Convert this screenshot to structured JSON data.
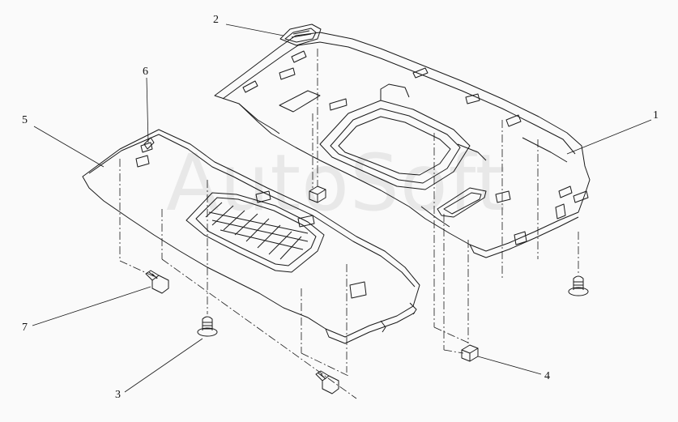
{
  "diagram": {
    "callouts": [
      {
        "id": "1",
        "label": "1"
      },
      {
        "id": "2",
        "label": "2"
      },
      {
        "id": "3",
        "label": "3"
      },
      {
        "id": "4",
        "label": "4"
      },
      {
        "id": "5",
        "label": "5"
      },
      {
        "id": "6",
        "label": "6"
      },
      {
        "id": "7",
        "label": "7"
      }
    ],
    "watermark": "AutoSoft",
    "colors": {
      "line": "#1a1a1a",
      "background": "#fafafa"
    }
  }
}
